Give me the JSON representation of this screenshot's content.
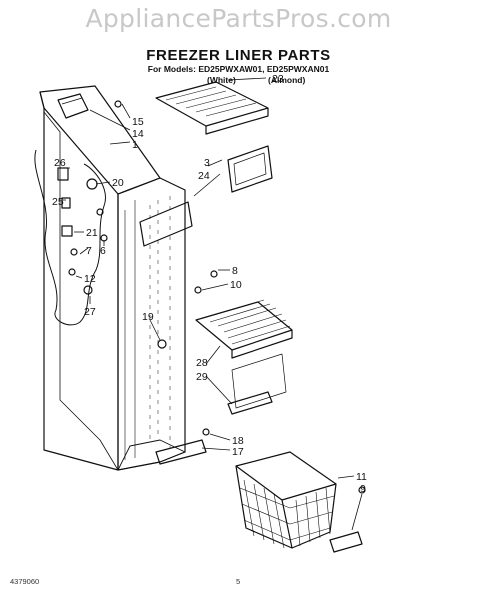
{
  "watermark": "AppliancePartsPros.com",
  "header": {
    "title": "FREEZER LINER PARTS",
    "models": "For Models: ED25PWXAW01, ED25PWXAN01",
    "color_white": "(White)",
    "color_almond": "(Almond)"
  },
  "part_labels": [
    "23",
    "15",
    "14",
    "1",
    "3",
    "24",
    "26",
    "20",
    "25",
    "21",
    "6",
    "7",
    "8",
    "10",
    "12",
    "27",
    "19",
    "28",
    "29",
    "18",
    "17",
    "11",
    "9"
  ],
  "footer": {
    "doc_code": "4379060",
    "page": "5"
  }
}
